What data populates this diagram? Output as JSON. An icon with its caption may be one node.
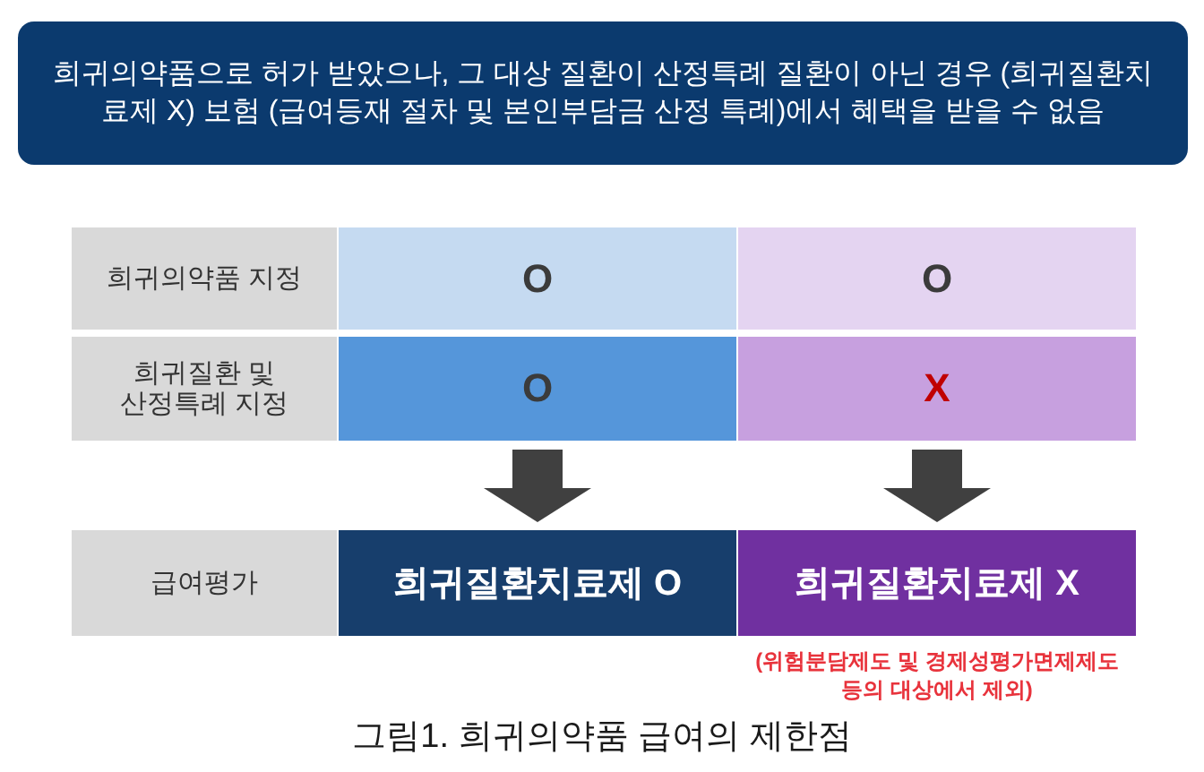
{
  "diagram": {
    "caption": "그림1. 희귀의약품 급여의 제한점",
    "nodes": [
      {
        "text": [
          "희귀의약품으로 허가 받았으나, 그 대상 질환이 산정특례 질환이 아닌 경우 (희귀질환치료제 X) 보험 (급여등재 절차 및 본인부담금 산정 특례)에서 혜택을 받을 수 없음"
        ]
      },
      {
        "text": [
          "희귀의약품 지정"
        ]
      },
      {
        "text": [
          "O"
        ]
      },
      {
        "text": [
          "O"
        ]
      },
      {
        "text": [
          "희귀질환 및 산정특례 지정"
        ]
      },
      {
        "text": [
          "O"
        ]
      },
      {
        "text": [
          "X"
        ]
      },
      {
        "text": [
          "급여평가"
        ]
      },
      {
        "text": [
          "희귀질환치료제 O"
        ]
      },
      {
        "text": [
          "희귀질환치료제 X"
        ],
        "beside": [
          "(위험분담제도 및 경제성평가면제제도 등의 대상에서 제외)"
        ]
      }
    ],
    "edges": [
      {
        "from": 5,
        "to": 8,
        "arrow": "to"
      },
      {
        "from": 6,
        "to": 9,
        "arrow": "to"
      }
    ]
  }
}
